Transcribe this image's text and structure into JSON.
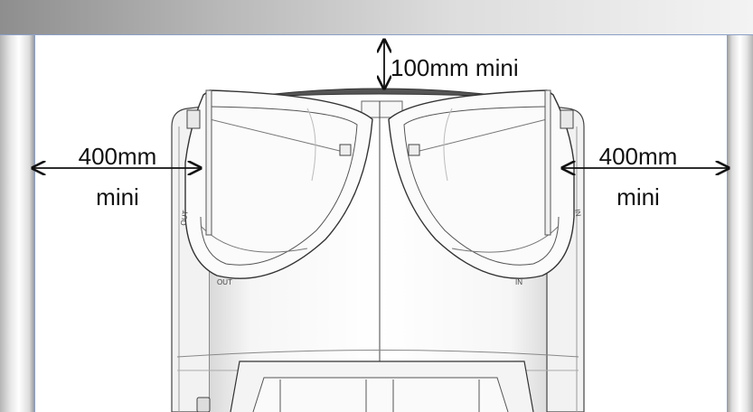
{
  "labels": {
    "top": "100mm mini",
    "left_value": "400mm",
    "left_unit": "mini",
    "right_value": "400mm",
    "right_unit": "mini"
  },
  "machine_markings": {
    "left_hatch": "OUT",
    "left_hatch_side": "OUT",
    "right_hatch": "IN",
    "right_hatch_side": "IN"
  }
}
